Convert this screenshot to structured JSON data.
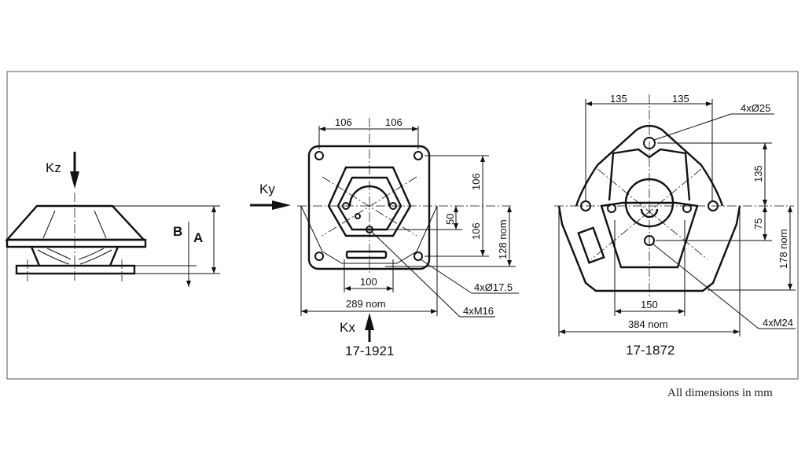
{
  "caption": "All dimensions in mm",
  "side_view": {
    "force_label": "Kz",
    "dim_b": "B",
    "dim_a": "A"
  },
  "model_1921": {
    "model": "17-1921",
    "force_x": "Kx",
    "force_y": "Ky",
    "dims": {
      "top_left": "106",
      "top_right": "106",
      "right_upper": "106",
      "right_lower": "106",
      "offset": "50",
      "height_nom": "128 nom",
      "slot_width": "100",
      "width_nom": "289 nom"
    },
    "callouts": {
      "holes": "4xØ17.5",
      "threads": "4xM16"
    }
  },
  "model_1872": {
    "model": "17-1872",
    "dims": {
      "top_left": "135",
      "top_right": "135",
      "right_upper": "135",
      "offset": "75",
      "height_nom": "178 nom",
      "inner_width": "150",
      "width_nom": "384 nom"
    },
    "callouts": {
      "holes": "4xØ25",
      "threads": "4xM24"
    }
  }
}
